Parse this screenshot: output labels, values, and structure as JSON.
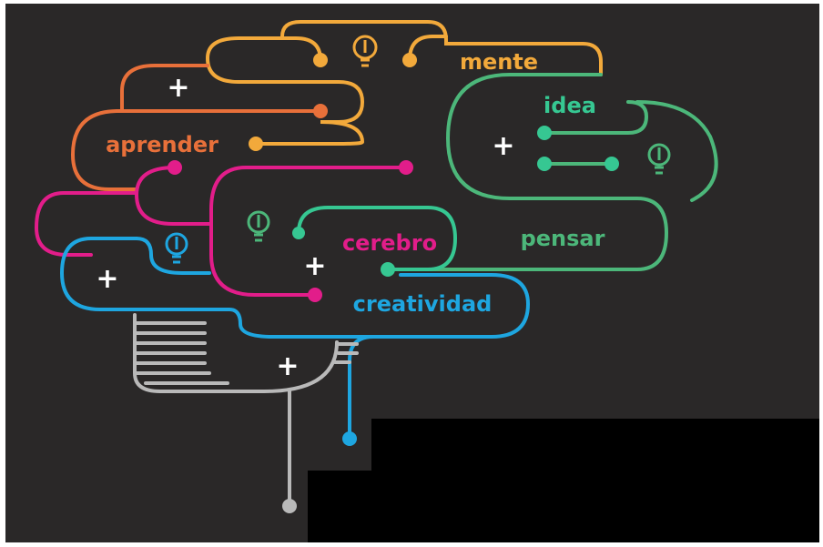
{
  "labels": {
    "mente": "mente",
    "idea": "idea",
    "aprender": "aprender",
    "cerebro": "cerebro",
    "pensar": "pensar",
    "creatividad": "creatividad"
  },
  "plus": "+",
  "colors": {
    "background": "#2a2828",
    "frame": "#ffffff",
    "orange": "#f2a93b",
    "coral": "#e8703a",
    "green": "#4cb77a",
    "mint": "#36c792",
    "magenta": "#e21d8a",
    "blue": "#1ea6e0",
    "gray": "#b9b9b9",
    "redaction": "#000000"
  },
  "icons": [
    "lightbulb-icon",
    "plus-icon"
  ]
}
